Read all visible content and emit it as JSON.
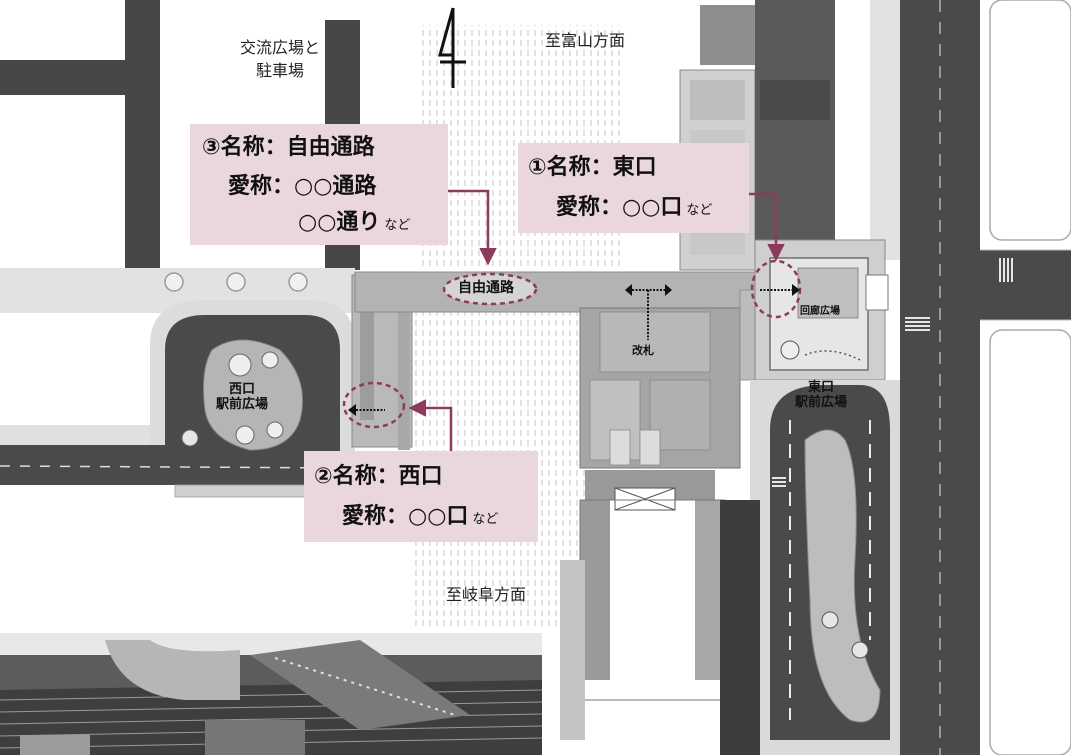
{
  "labels": {
    "northwest": [
      "交流広場と",
      "駐車場"
    ],
    "north": "至富山方面",
    "south": "至岐阜方面"
  },
  "callouts": {
    "free_passage": {
      "name_line": "③名称：自由通路",
      "nick_line1": "愛称：○○通路",
      "nick_line2": "○○通り",
      "suffix": "など"
    },
    "east_exit": {
      "name_line": "①名称：東口",
      "nick_line": "愛称：○○口",
      "suffix": "など"
    },
    "west_exit": {
      "name_line": "②名称：西口",
      "nick_line": "愛称：○○口",
      "suffix": "など"
    }
  },
  "map_labels": {
    "free_passage": "自由通路",
    "gate": "改札",
    "corridor_plaza": "回廊広場",
    "west_plaza": [
      "西口",
      "駅前広場"
    ],
    "east_plaza": [
      "東口",
      "駅前広場"
    ]
  },
  "colors": {
    "callout_bg": "#ead6de",
    "marker": "#8e3a5c",
    "road": "#4a4a4a",
    "sidewalk": "#dcdcdc"
  }
}
